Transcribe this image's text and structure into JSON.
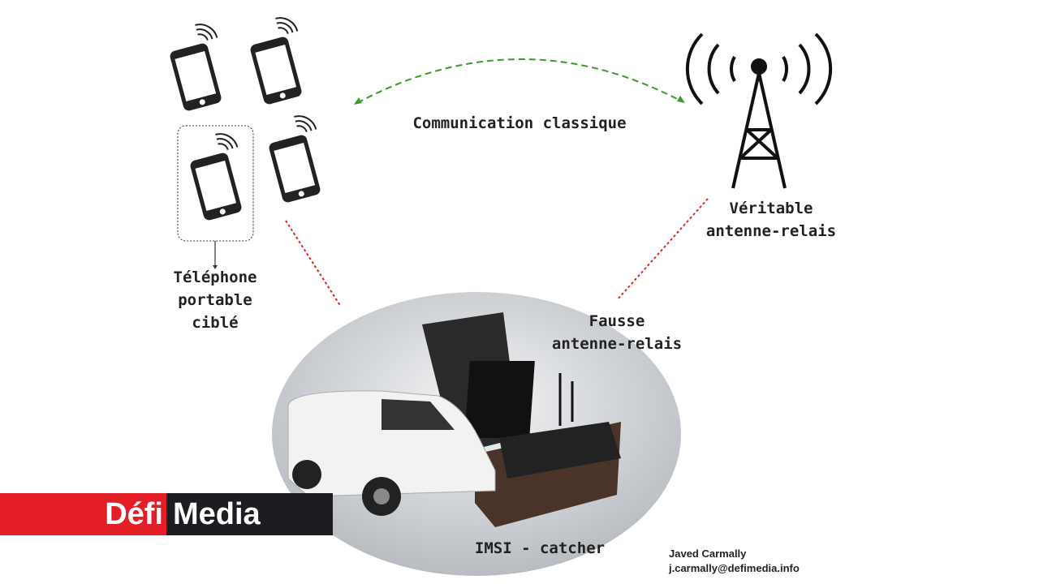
{
  "labels": {
    "communication": "Communication classique",
    "real_tower": [
      "Véritable",
      "antenne-relais"
    ],
    "fake_tower": [
      "Fausse",
      "antenne-relais"
    ],
    "target_phone": [
      "Téléphone",
      "portable",
      "ciblé"
    ],
    "imsi": "IMSI - catcher"
  },
  "logo": {
    "part1": "Défi",
    "part2": "Media"
  },
  "credit": {
    "name": "Javed Carmally",
    "email": "j.carmally@defimedia.info"
  },
  "colors": {
    "green_link": "#3a9a2a",
    "red_link": "#e02020",
    "logo_red": "#e41e26",
    "logo_dark": "#1d1c21"
  }
}
